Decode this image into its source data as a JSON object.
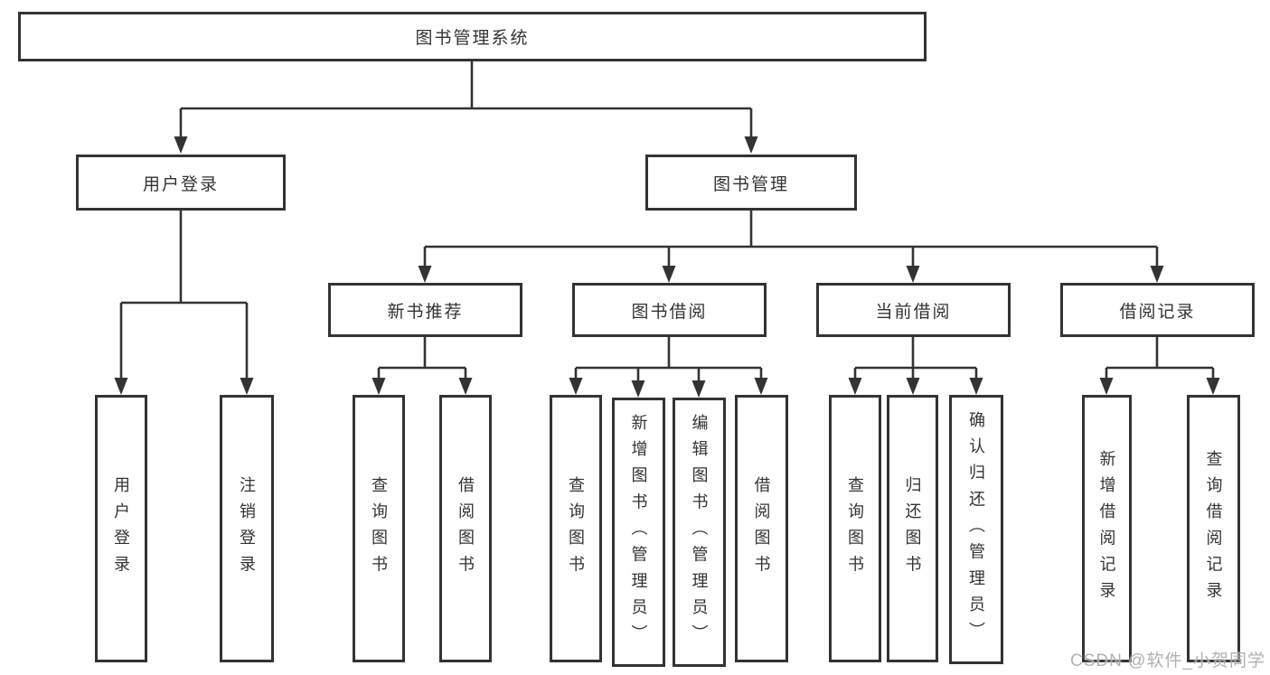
{
  "diagram_title": "图书管理系统",
  "colors": {
    "line": "#333333",
    "box_border": "#333333",
    "box_fill": "#ffffff",
    "text": "#333333",
    "watermark": "#ababab"
  },
  "tree": {
    "root": "图书管理系统",
    "level2": [
      {
        "label": "用户登录",
        "children": [
          "用户登录",
          "注销登录"
        ]
      },
      {
        "label": "图书管理",
        "children": [
          {
            "label": "新书推荐",
            "children": [
              "查询图书",
              "借阅图书"
            ]
          },
          {
            "label": "图书借阅",
            "children": [
              "查询图书",
              "新增图书（管理员）",
              "编辑图书（管理员）",
              "借阅图书"
            ]
          },
          {
            "label": "当前借阅",
            "children": [
              "查询图书",
              "归还图书",
              "确认归还（管理员）"
            ]
          },
          {
            "label": "借阅记录",
            "children": [
              "新增借阅记录",
              "查询借阅记录"
            ]
          }
        ]
      }
    ]
  },
  "watermark": "CSDN @软件_小贺同学"
}
